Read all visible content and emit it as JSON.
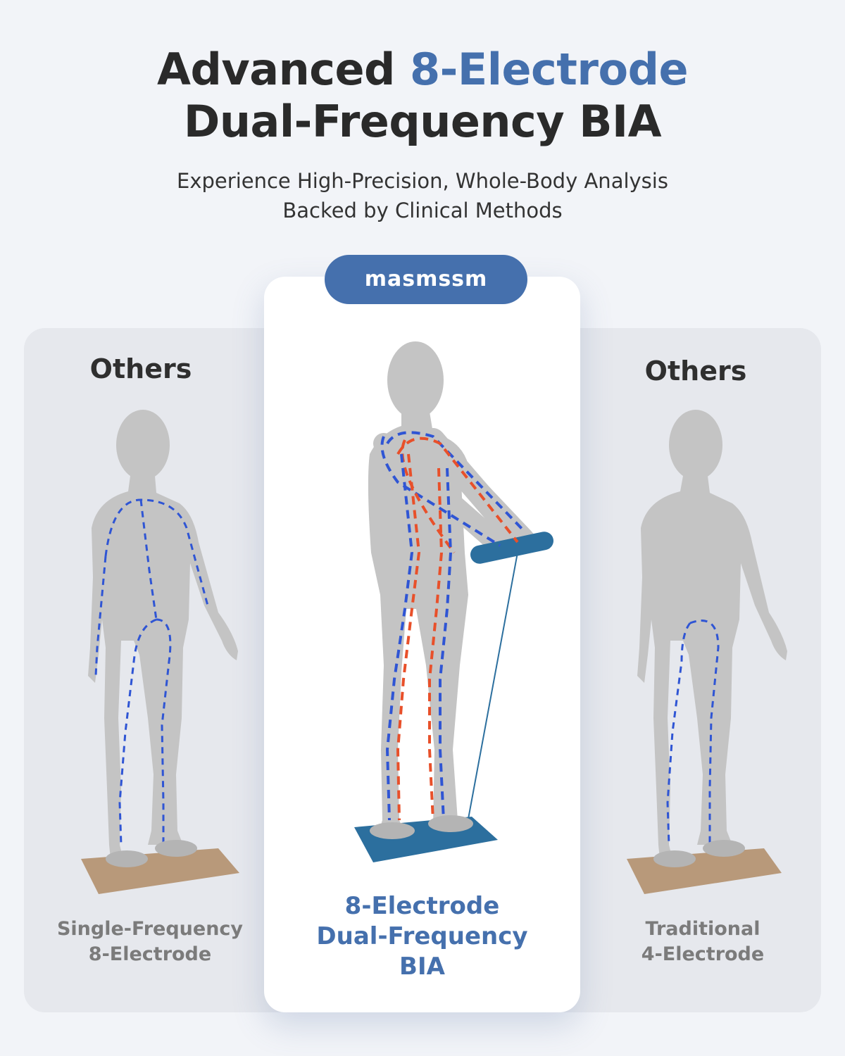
{
  "header": {
    "title_part1": "Advanced ",
    "title_accent": "8-Electrode",
    "title_line2": "Dual-Frequency BIA",
    "subtitle_line1": "Experience High-Precision, Whole-Body Analysis",
    "subtitle_line2": "Backed by Clinical Methods"
  },
  "brand": {
    "name": "masmssm"
  },
  "left_panel": {
    "label": "Others",
    "caption_line1": "Single-Frequency",
    "caption_line2": "8-Electrode"
  },
  "center_panel": {
    "caption_line1": "8-Electrode",
    "caption_line2": "Dual-Frequency",
    "caption_line3": "BIA"
  },
  "right_panel": {
    "label": "Others",
    "caption_line1": "Traditional",
    "caption_line2": "4-Electrode"
  },
  "colors": {
    "accent": "#4570ad",
    "current_blue": "#2f55d4",
    "current_red": "#e8502a",
    "scale_brown": "#b8997a",
    "scale_blue": "#2c6f9e"
  }
}
